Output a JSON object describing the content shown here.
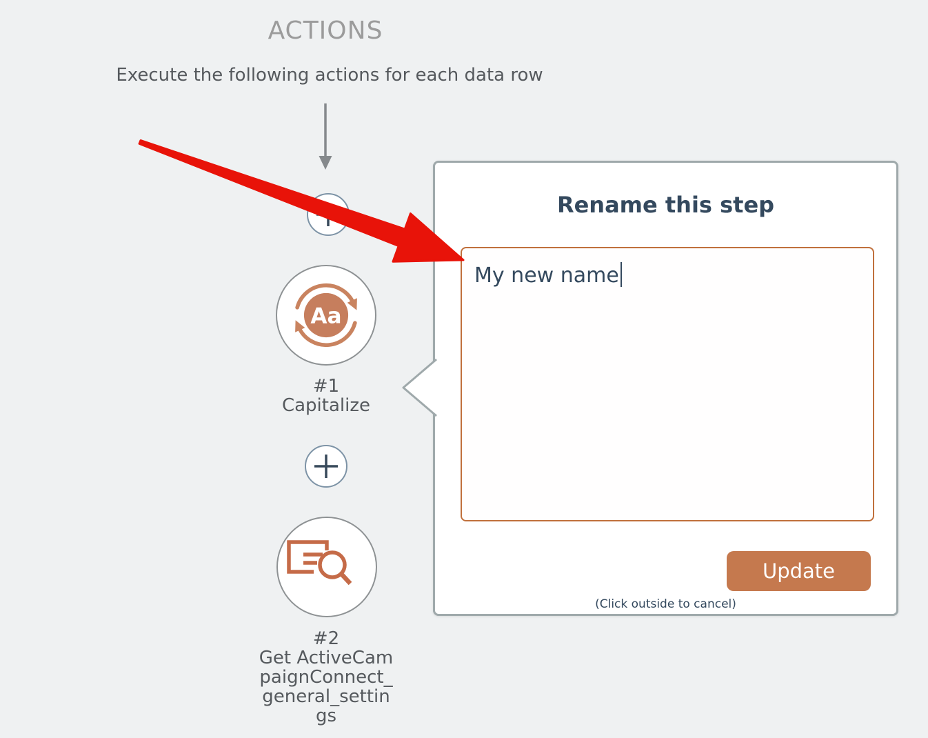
{
  "colors": {
    "background": "#eff1f2",
    "accent_orange": "#c5794e",
    "input_border_orange": "#c0703c",
    "icon_orange": "#c56b48",
    "capitalize_fill": "#c67e5d",
    "navy": "#34495e",
    "popover_border": "#9fa9ab",
    "red_arrow": "#e81309",
    "muted_gray_text": "#9b9b9b",
    "dark_gray_text": "#55595d"
  },
  "icons": {
    "flow": "down-arrow-icon",
    "add_step": "plus-icon",
    "step_1": "capitalize-sync-icon",
    "step_1_glyph": "Aa",
    "step_2": "document-search-icon",
    "annotation": "red-arrow-icon"
  },
  "actions_panel": {
    "heading": "ACTIONS",
    "subtitle": "Execute the following actions for each data row",
    "steps": [
      {
        "number": "#1",
        "name": "Capitalize"
      },
      {
        "number": "#2",
        "name": "Get ActiveCampaignConnect_general_settings"
      }
    ]
  },
  "rename_popover": {
    "title": "Rename this step",
    "name_input_value": "My new name",
    "update_button": "Update",
    "cancel_hint": "(Click outside to cancel)"
  }
}
